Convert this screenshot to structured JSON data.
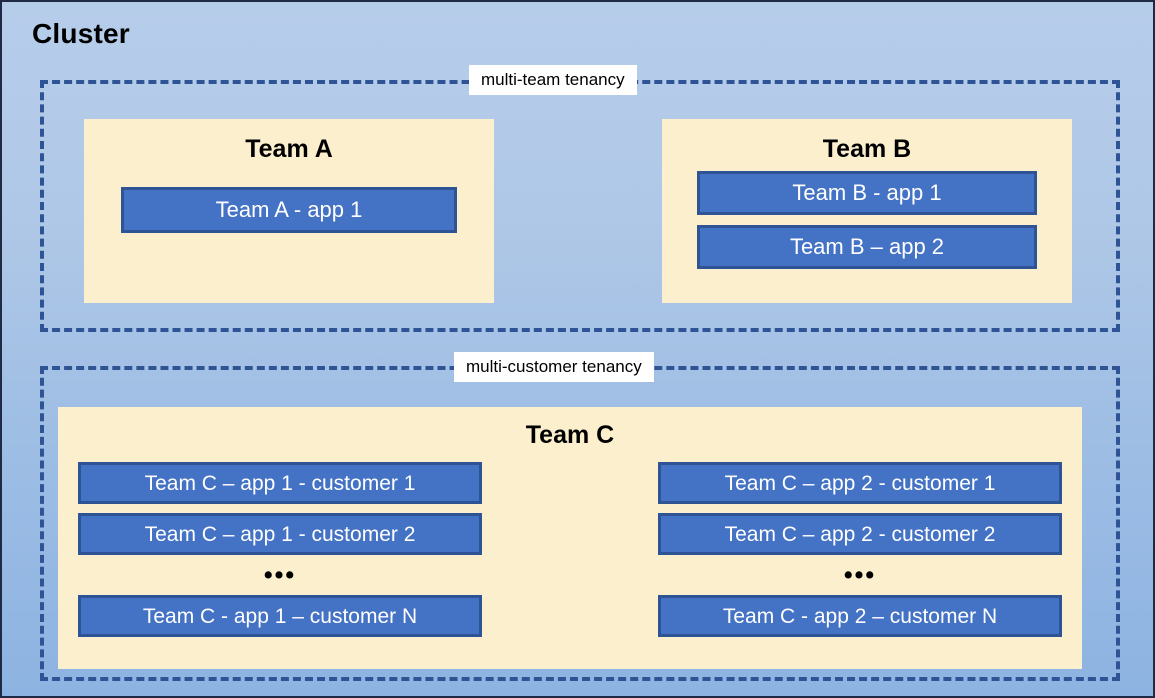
{
  "diagram": {
    "title": "Cluster",
    "colors": {
      "canvas_background_top": "#b6cdea",
      "canvas_background_bottom": "#8db3e2",
      "group_border": "#2f5496",
      "team_container": "#fcefcd",
      "app_fill": "#4472c4",
      "app_border": "#2f5496",
      "app_text": "#ffffff",
      "label_background": "#ffffff",
      "text": "#000000"
    },
    "groups": [
      {
        "id": "multi-team-tenancy",
        "label": "multi-team tenancy",
        "teams": [
          {
            "id": "team-a",
            "name": "Team A",
            "apps": [
              "Team A - app 1"
            ]
          },
          {
            "id": "team-b",
            "name": "Team B",
            "apps": [
              "Team B - app 1",
              "Team B – app 2"
            ]
          }
        ]
      },
      {
        "id": "multi-customer-tenancy",
        "label": "multi-customer tenancy",
        "teams": [
          {
            "id": "team-c",
            "name": "Team C",
            "columns": [
              {
                "id": "team-c-app-1",
                "items": [
                  "Team C – app 1 - customer 1",
                  "Team C – app 1 - customer 2"
                ],
                "ellipsis": "•••",
                "last": "Team C - app 1 – customer N"
              },
              {
                "id": "team-c-app-2",
                "items": [
                  "Team C – app 2 - customer 1",
                  "Team C – app 2 - customer 2"
                ],
                "ellipsis": "•••",
                "last": "Team C - app 2 – customer N"
              }
            ]
          }
        ]
      }
    ]
  }
}
